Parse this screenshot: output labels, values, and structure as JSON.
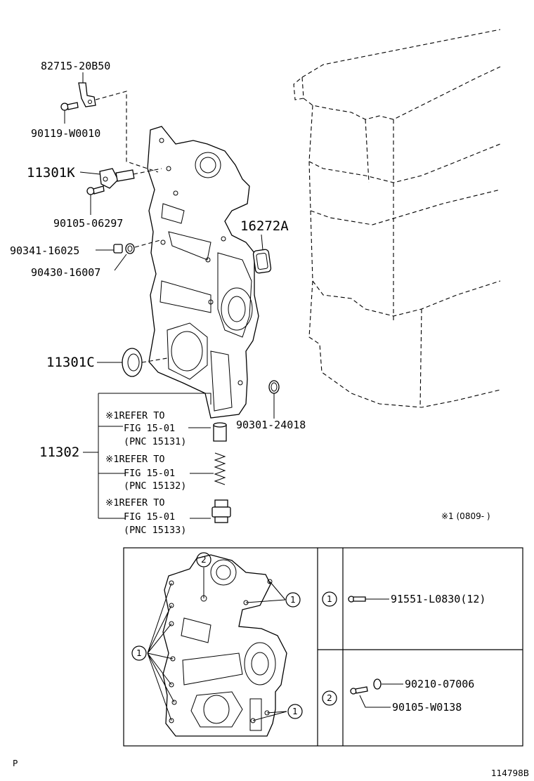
{
  "labels": {
    "p82715": "82715-20B50",
    "p90119": "90119-W0010",
    "p11301K": "11301K",
    "p90105a": "90105-06297",
    "p16272A": "16272A",
    "p90341": "90341-16025",
    "p90430": "90430-16007",
    "p11301C": "11301C",
    "p90301": "90301-24018",
    "p11302": "11302"
  },
  "refs": [
    {
      "line1": "※1REFER TO",
      "line2": "FIG 15-01",
      "line3": "(PNC 15131)"
    },
    {
      "line1": "※1REFER TO",
      "line2": "FIG 15-01",
      "line3": "(PNC 15132)"
    },
    {
      "line1": "※1REFER TO",
      "line2": "FIG 15-01",
      "line3": "(PNC 15133)"
    }
  ],
  "note": "※1 (0809-      )",
  "inset": {
    "callouts": [
      "1",
      "2"
    ],
    "rows": [
      {
        "key": "1",
        "parts": [
          "91551-L0830(12)"
        ]
      },
      {
        "key": "2",
        "parts": [
          "90210-07006",
          "90105-W0138"
        ]
      }
    ]
  },
  "corner_left": "P",
  "corner_right": "114798B"
}
